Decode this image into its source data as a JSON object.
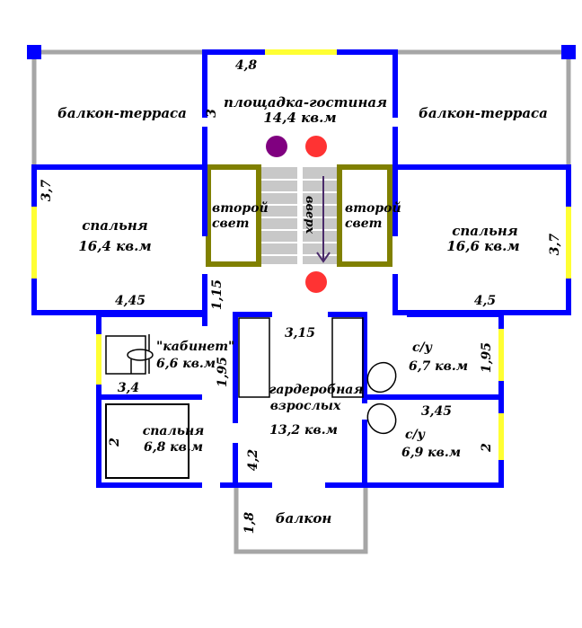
{
  "colors": {
    "wall": "#0000ff",
    "outer_wall": "#a6a6a6",
    "window": "#ffff33",
    "light_well": "#808000",
    "stairs": "#c8c8c8",
    "dot_purple": "#800080",
    "dot_red": "#ff3333",
    "arrow": "#4a2a6a"
  },
  "rooms": {
    "balcony_terrace_left": "балкон-терраса",
    "balcony_terrace_right": "балкон-терраса",
    "landing_title": "площадка-гостиная",
    "landing_area": "14,4 кв.м",
    "bedroom_left_title": "спальня",
    "bedroom_left_area": "16,4 кв.м",
    "bedroom_right_title": "спальня",
    "bedroom_right_area": "16,6 кв.м",
    "second_light_left_1": "второй",
    "second_light_left_2": "свет",
    "second_light_right_1": "второй",
    "second_light_right_2": "свет",
    "stairs_up": "вверх",
    "study_title": "\"кабинет\"",
    "study_area": "6,6 кв.м",
    "bedroom_small_title": "спальня",
    "bedroom_small_area": "6,8 кв.м",
    "wardrobe_title_1": "гардеробная",
    "wardrobe_title_2": "взрослых",
    "wardrobe_area": "13,2 кв.м",
    "bath1_title": "с/у",
    "bath1_area": "6,7 кв.м",
    "bath2_title": "с/у",
    "bath2_area": "6,9 кв.м",
    "balcony_title": "балкон"
  },
  "dimensions": {
    "landing_width": "4,8",
    "landing_depth": "3",
    "bed_left_depth": "3,7",
    "bed_left_width": "4,45",
    "corridor": "1,15",
    "bed_right_width": "4,5",
    "bed_right_depth": "3,7",
    "wardrobe_width": "3,15",
    "bath1_depth": "1,95",
    "study_depth": "1,95",
    "study_width": "3,4",
    "bath2_width": "3,45",
    "bedroom_small_depth": "2",
    "bath2_depth": "2",
    "wardrobe_depth": "4,2",
    "balcony_depth": "1,8"
  }
}
